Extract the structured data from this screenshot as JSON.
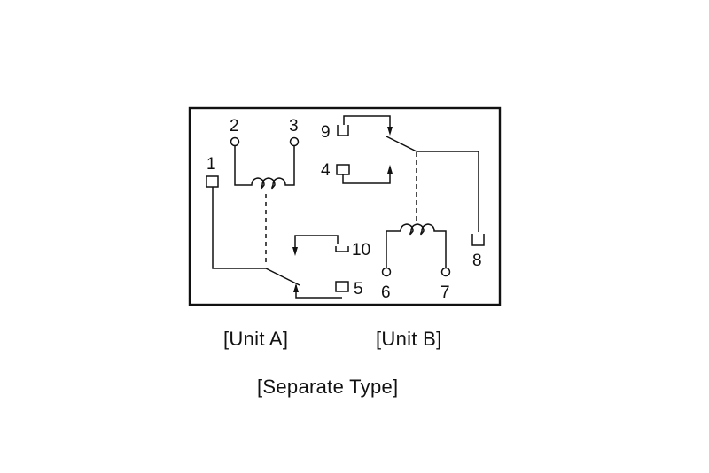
{
  "diagram": {
    "pins": {
      "p1": "1",
      "p2": "2",
      "p3": "3",
      "p4": "4",
      "p5": "5",
      "p6": "6",
      "p7": "7",
      "p8": "8",
      "p9": "9",
      "p10": "10"
    },
    "captions": {
      "unit_a": "[Unit A]",
      "unit_b": "[Unit B]",
      "type": "[Separate Type]"
    },
    "colors": {
      "line": "#111111",
      "background": "#ffffff"
    }
  }
}
